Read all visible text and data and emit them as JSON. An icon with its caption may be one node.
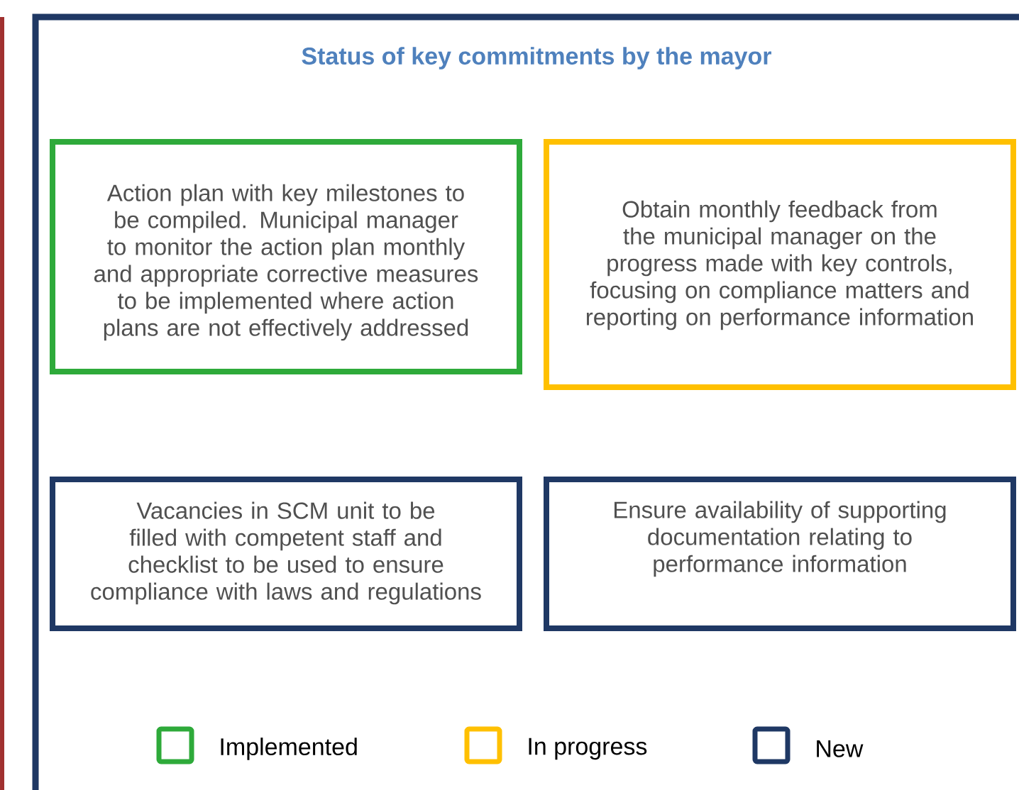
{
  "diagram": {
    "title": "Status of key commitments by the mayor",
    "nodes": [
      {
        "text": [
          "Action plan with key milestones to be compiled.  Municipal manager to monitor the action plan monthly and appropriate corrective measures to be implemented where action plans are not effectively addressed"
        ]
      },
      {
        "text": [
          "Obtain monthly feedback from the municipal manager on the progress made with key controls, focusing on compliance matters and reporting on performance information"
        ]
      },
      {
        "text": [
          "Vacancies in SCM unit to be filled with competent staff and checklist to be used to ensure compliance with laws and regulations"
        ]
      },
      {
        "text": [
          "Ensure availability of supporting documentation  relating to performance information"
        ]
      }
    ],
    "legend": [
      {
        "text": "Implemented",
        "color": "#2eaa3a"
      },
      {
        "text": "In progress",
        "color": "#ffc000"
      },
      {
        "text": "New",
        "color": "#1f3864"
      }
    ]
  }
}
